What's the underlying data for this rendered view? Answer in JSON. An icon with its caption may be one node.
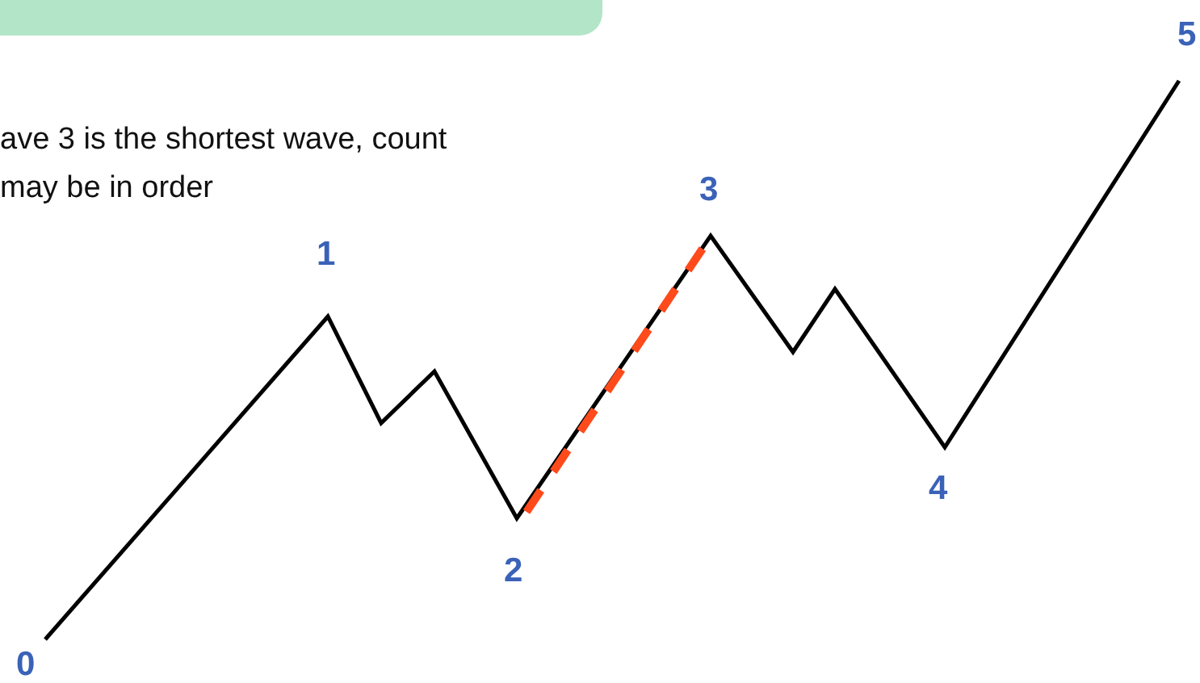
{
  "diagram": {
    "labels": [
      "ave 3 is the shortest wave, count may be in order",
      "0",
      "1",
      "2",
      "3",
      "4",
      "5"
    ]
  }
}
